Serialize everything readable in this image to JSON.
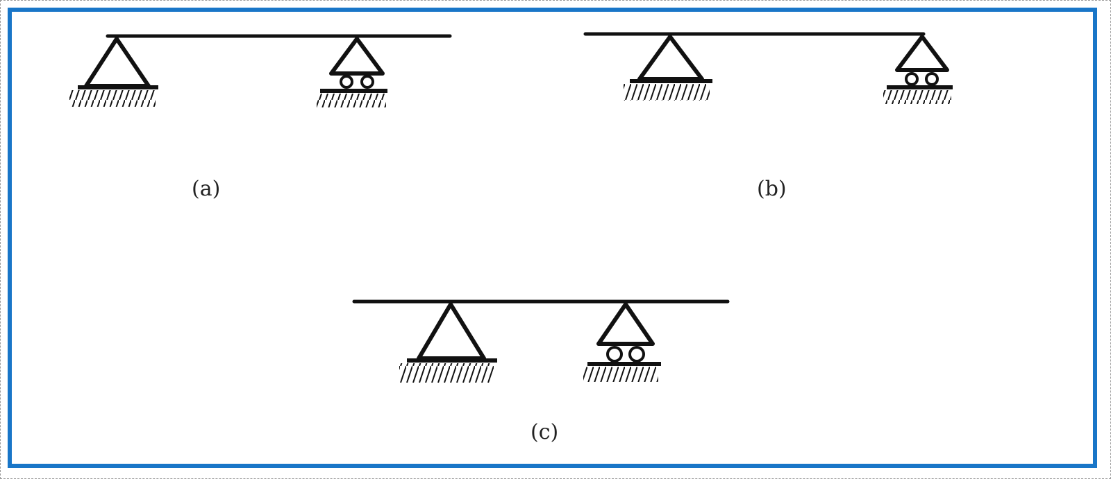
{
  "colors": {
    "frame": "#1976c8",
    "ink": "#111111"
  },
  "diagrams": [
    {
      "caption": "(a)"
    },
    {
      "caption": "(b)"
    },
    {
      "caption": "(c)"
    }
  ]
}
